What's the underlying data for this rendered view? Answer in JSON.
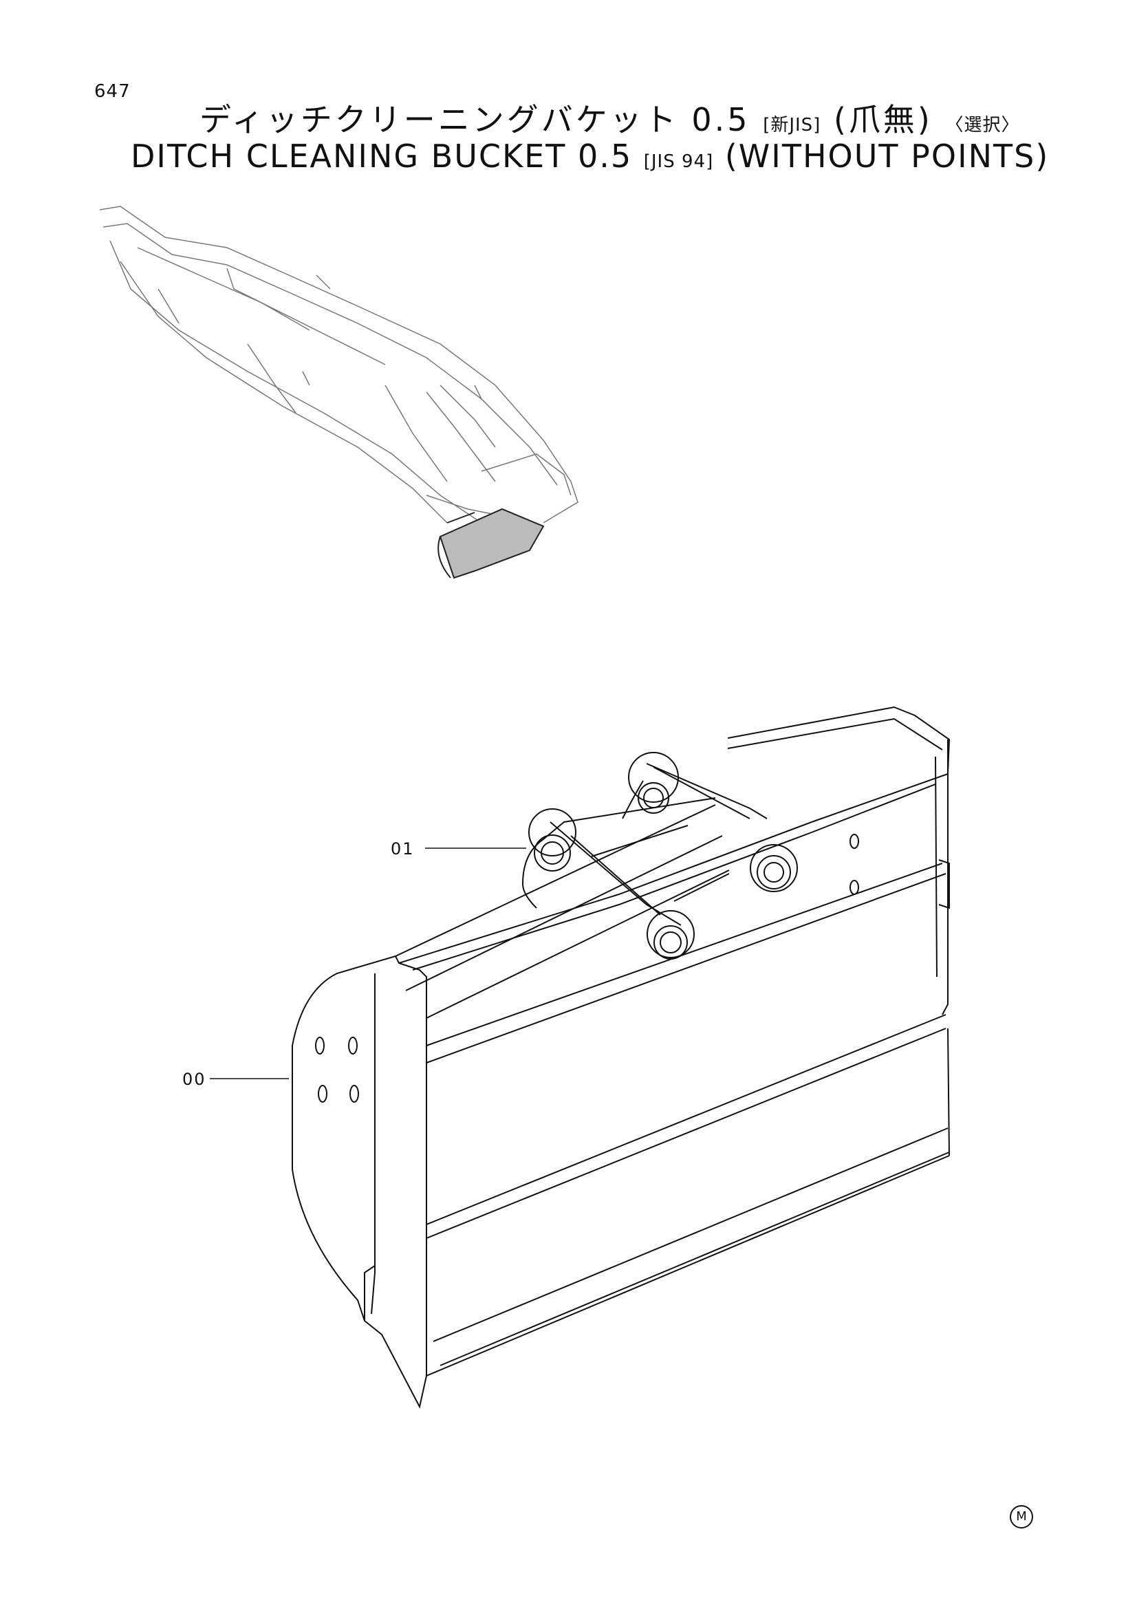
{
  "page_number": "647",
  "title_jp": {
    "main": "ディッチクリーニングバケット 0.5",
    "standard": "[新JIS]",
    "points": "(爪無)",
    "option": "〈選択〉"
  },
  "title_en": {
    "main": "DITCH CLEANING BUCKET 0.5",
    "standard": "[JIS 94]",
    "points": "(WITHOUT POINTS)"
  },
  "callouts": [
    {
      "label": "01"
    },
    {
      "label": "00"
    }
  ],
  "footer_mark": "M"
}
